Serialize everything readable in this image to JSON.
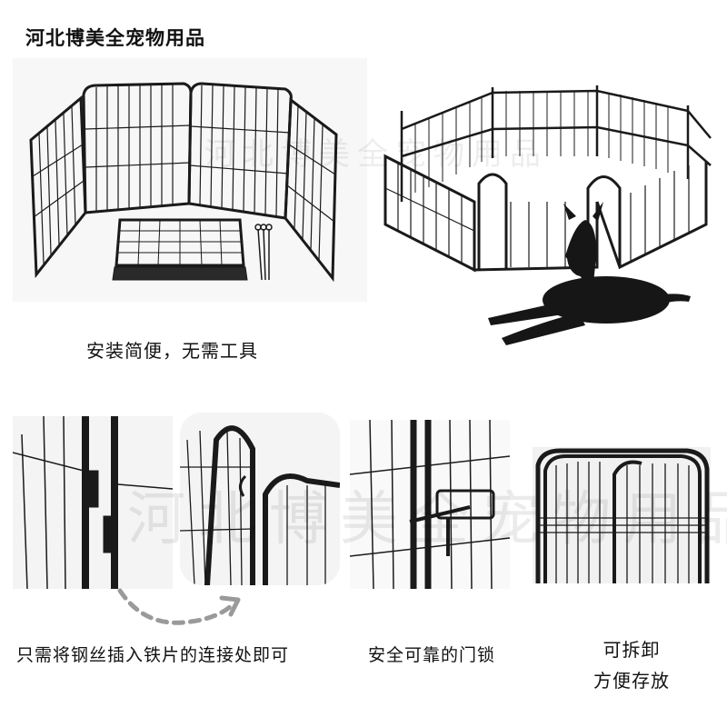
{
  "brand": {
    "name": "河北博美全宠物用品"
  },
  "captions": {
    "easy_install": "安装简便，无需工具",
    "insert_wire": "只需将钢丝插入铁片的连接处即可",
    "safe_lock": "安全可靠的门锁",
    "detachable_line1": "可拆卸",
    "detachable_line2": "方便存放"
  },
  "watermark": {
    "text": "河北博美全宠物用品"
  },
  "colors": {
    "metal": "#1a1a1a",
    "background": "#ffffff",
    "photo_bg": "#f4f4f4",
    "arrow": "#9a9a9a"
  }
}
